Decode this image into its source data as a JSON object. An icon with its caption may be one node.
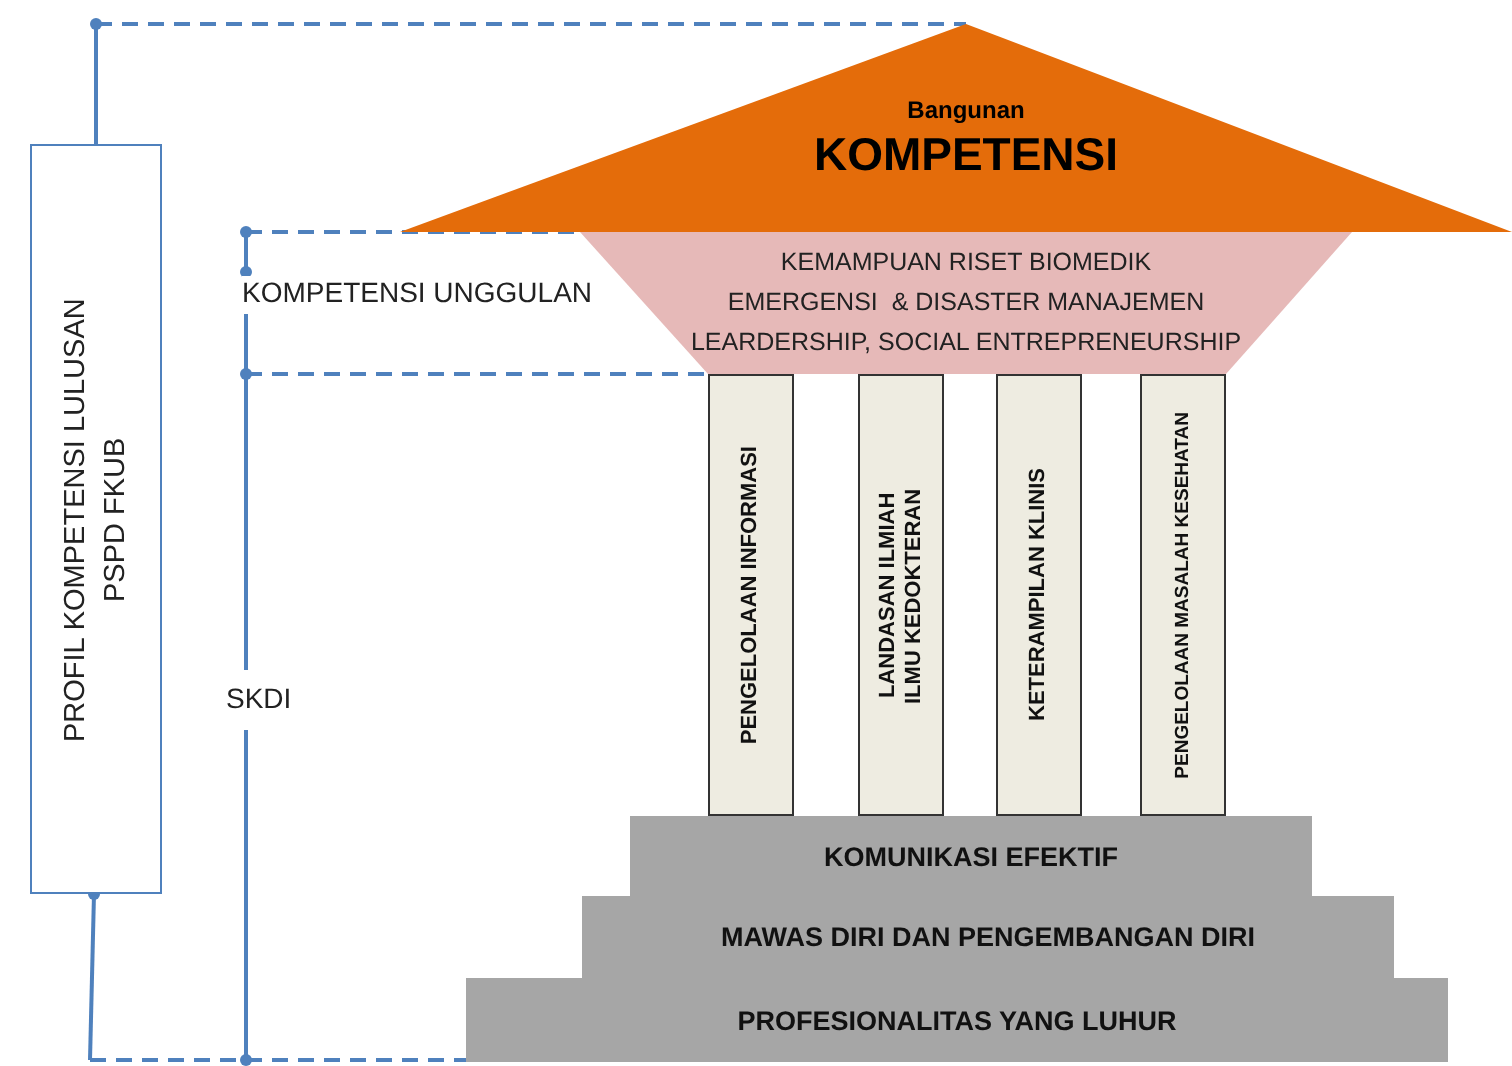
{
  "diagram": {
    "nodes": [
      {
        "text": [
          "Bangunan",
          "KOMPETENSI"
        ]
      },
      {
        "text": [
          "KEMAMPUAN RISET BIOMEDIK",
          "EMERGENSI  & DISASTER MANAJEMEN",
          "LEARDERSHIP, SOCIAL ENTREPRENEURSHIP"
        ]
      },
      {
        "text": [
          "PENGELOLAAN INFORMASI"
        ]
      },
      {
        "text": [
          "LANDASAN ILMIAH ILMU KEDOKTERAN"
        ]
      },
      {
        "text": [
          "KETERAMPILAN KLINIS"
        ]
      },
      {
        "text": [
          "PENGELOLAAN MASALAH KESEHATAN"
        ]
      },
      {
        "text": [
          "KOMUNIKASI EFEKTIF"
        ]
      },
      {
        "text": [
          "MAWAS DIRI DAN PENGEMBANGAN DIRI"
        ]
      },
      {
        "text": [
          "PROFESIONALITAS YANG LUHUR"
        ]
      },
      {
        "text": [
          "PROFIL KOMPETENSI LULUSAN PSPD FKUB"
        ]
      }
    ],
    "labels": [
      "KOMPETENSI UNGGULAN",
      "SKDI"
    ]
  }
}
